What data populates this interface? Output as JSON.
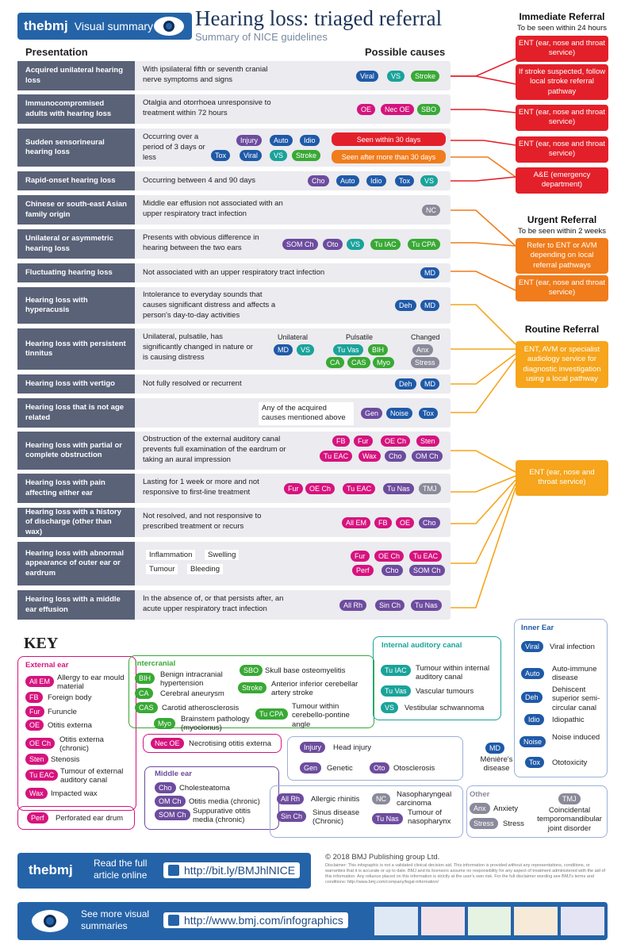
{
  "header": {
    "brand": "thebmj",
    "badge": "Visual summary",
    "title": "Hearing loss: triaged referral",
    "subtitle": "Summary of NICE guidelines"
  },
  "columns": {
    "presentation": "Presentation",
    "causes": "Possible causes"
  },
  "rows": [
    {
      "label": "Acquired unilateral hearing loss",
      "desc": "With ipsilateral fifth or seventh cranial nerve symptoms and signs"
    },
    {
      "label": "Immunocompromised adults with hearing loss",
      "desc": "Otalgia and otorrhoea unresponsive to treatment within 72 hours"
    },
    {
      "label": "Sudden sensorineural hearing loss",
      "desc": "Occurring over a period of 3 days or less"
    },
    {
      "label": "Rapid-onset hearing loss",
      "desc": "Occurring between 4 and 90 days"
    },
    {
      "label": "Chinese or south-east Asian family origin",
      "desc": "Middle ear effusion not associated with an upper respiratory tract infection"
    },
    {
      "label": "Unilateral or asymmetric hearing loss",
      "desc": "Presents with obvious difference in hearing between the two ears"
    },
    {
      "label": "Fluctuating hearing loss",
      "desc": "Not associated with an upper respiratory tract infection"
    },
    {
      "label": "Hearing loss with hyperacusis",
      "desc": "Intolerance to everyday sounds that causes significant distress and affects a person's day-to-day activities"
    },
    {
      "label": "Hearing loss with persistent tinnitus",
      "desc": "Unilateral, pulsatile, has significantly changed in nature or is causing distress"
    },
    {
      "label": "Hearing loss with vertigo",
      "desc": "Not fully resolved or recurrent"
    },
    {
      "label": "Hearing loss that is not age related",
      "desc": ""
    },
    {
      "label": "Hearing loss with partial or complete obstruction",
      "desc": "Obstruction of the external auditory canal prevents full examination of the eardrum or taking an aural impression"
    },
    {
      "label": "Hearing loss with pain affecting either ear",
      "desc": "Lasting for 1 week or more and not responsive to first-line treatment"
    },
    {
      "label": "Hearing loss with a history of discharge (other than wax)",
      "desc": "Not resolved, and not responsive to prescribed treatment or recurs"
    },
    {
      "label": "Hearing loss with abnormal appearance of outer ear or eardrum",
      "desc": ""
    },
    {
      "label": "Hearing loss with a middle ear effusion",
      "desc": "In the absence of, or that persists after, an acute upper respiratory tract infection"
    }
  ],
  "extra": {
    "sudden30": "Seen within 30 days",
    "suddenMore": "Seen after more than 30 days",
    "acquired": "Any of the acquired causes mentioned above",
    "unilateral": "Unilateral",
    "pulsatile": "Pulsatile",
    "changed": "Changed",
    "inflammation": "Inflammation",
    "swelling": "Swelling",
    "tumour": "Tumour",
    "bleeding": "Bleeding"
  },
  "tags": {
    "viral": "Viral",
    "vs": "VS",
    "stroke": "Stroke",
    "oe": "OE",
    "necoe": "Nec OE",
    "sbo": "SBO",
    "injury": "Injury",
    "auto": "Auto",
    "idio": "Idio",
    "tox": "Tox",
    "cho": "Cho",
    "nc": "NC",
    "somch": "SOM Ch",
    "oto": "Oto",
    "tuiac": "Tu IAC",
    "tucpa": "Tu CPA",
    "md": "MD",
    "deh": "Deh",
    "tuvas": "Tu Vas",
    "bih": "BIH",
    "anx": "Anx",
    "ca": "CA",
    "cas": "CAS",
    "myo": "Myo",
    "stress": "Stress",
    "gen": "Gen",
    "noise": "Noise",
    "fb": "FB",
    "fur": "Fur",
    "oech": "OE Ch",
    "sten": "Sten",
    "tueac": "Tu EAC",
    "wax": "Wax",
    "omch": "OM Ch",
    "tunas": "Tu Nas",
    "tmj": "TMJ",
    "allem": "All EM",
    "perf": "Perf",
    "allrh": "All Rh",
    "sinch": "Sin Ch"
  },
  "referral": {
    "immediate": {
      "title": "Immediate Referral",
      "sub": "To be seen within 24 hours"
    },
    "urgent": {
      "title": "Urgent Referral",
      "sub": "To be seen within 2 weeks"
    },
    "routine": {
      "title": "Routine Referral"
    },
    "boxes": [
      "ENT (ear, nose and throat service)",
      "If stroke suspected, follow local stroke referral pathway",
      "ENT (ear, nose and throat service)",
      "ENT (ear, nose and throat service)",
      "A&E (emergency department)",
      "Refer to ENT or AVM depending on local referral pathways",
      "ENT (ear, nose and throat service)",
      "ENT, AVM or specialist audiology service for diagnostic investigation using a local pathway",
      "ENT (ear, nose and throat service)"
    ]
  },
  "key": {
    "title": "KEY",
    "external": {
      "title": "External ear",
      "items": [
        "Allergy to ear mould material",
        "Foreign body",
        "Furuncle",
        "Otitis externa",
        "Otitis externa (chronic)",
        "Stenosis",
        "Tumour of external auditory canal",
        "Impacted wax"
      ]
    },
    "intercranial": {
      "title": "Intercranial",
      "items": [
        "Benign intracranial hypertension",
        "Cerebral aneurysm",
        "Carotid atherosclerosis",
        "Brainstem pathology (myoclonus)",
        "Skull base osteomyelitis",
        "Anterior inferior cerebellar artery stroke",
        "Tumour within cerebello-pontine angle"
      ]
    },
    "necro": "Necrotising otitis externa",
    "iac": {
      "title": "Internal auditory canal",
      "items": [
        "Tumour within internal auditory canal",
        "Vascular tumours",
        "Vestibular schwannoma"
      ]
    },
    "inner": {
      "title": "Inner Ear",
      "items": [
        "Viral infection",
        "Auto-immune disease",
        "Dehiscent superior semi-circular canal",
        "Idiopathic",
        "Noise induced",
        "Ototoxicity"
      ]
    },
    "middle": {
      "title": "Middle ear",
      "items": [
        "Cholesteatoma",
        "Otitis media (chronic)",
        "Suppurative otitis media (chronic)"
      ]
    },
    "perf": "Perforated ear drum",
    "head": "Head injury",
    "genetic": "Genetic",
    "otosclerosis": "Otosclerosis",
    "meniere": "Ménière's disease",
    "nasal": [
      "Allergic rhinitis",
      "Sinus disease (Chronic)",
      "Nasopharyngeal carcinoma",
      "Tumour of nasopharynx"
    ],
    "other": {
      "title": "Other",
      "items": [
        "Anxiety",
        "Stress",
        "Coincidental temporomandibular joint disorder"
      ]
    }
  },
  "footer": {
    "read": "Read the full article online",
    "url1": "http://bit.ly/BMJhlNICE",
    "more": "See more visual summaries",
    "url2": "http://www.bmj.com/infographics",
    "copyright": "© 2018 BMJ Publishing group Ltd.",
    "disclaimer": "Disclaimer: This infographic is not a validated clinical decision aid. This information is provided without any representations, conditions, or warranties that it is accurate or up to date. BMJ and its licensors assume no responsibility for any aspect of treatment administered with the aid of this information. Any reliance placed on this information is strictly at the user's own risk. For the full disclaimer wording see BMJ's terms and conditions: http://www.bmj.com/company/legal-information/"
  },
  "colors": {
    "navy": "#2563a8",
    "red": "#e3202a",
    "orange": "#f07c1c",
    "yellow": "#f6a51c"
  }
}
